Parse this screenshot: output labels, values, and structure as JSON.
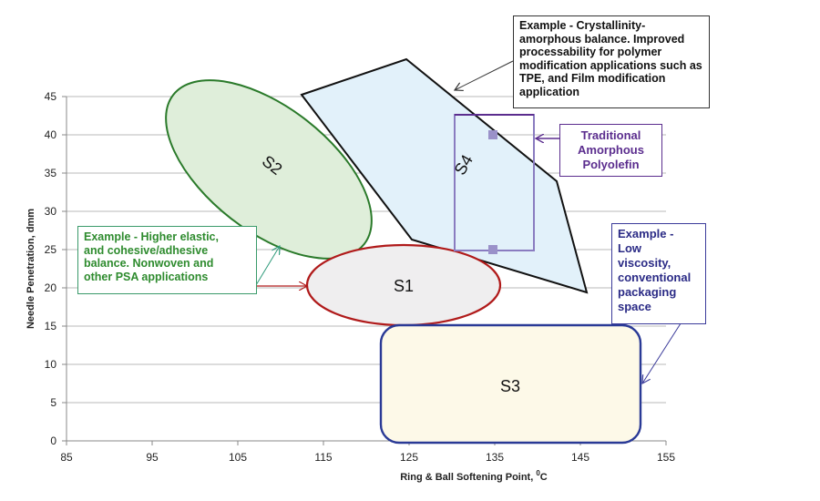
{
  "chart_data": {
    "type": "scatter",
    "title": "",
    "xlabel": "Ring & Ball Softening Point, ⁰C",
    "ylabel": "Needle Penetration, dmm",
    "xlim": [
      85,
      155
    ],
    "ylim": [
      0,
      45
    ],
    "x_ticks": [
      "85",
      "95",
      "105",
      "115",
      "125",
      "135",
      "145",
      "155"
    ],
    "y_ticks": [
      "0",
      "5",
      "10",
      "15",
      "20",
      "25",
      "30",
      "35",
      "40",
      "45"
    ],
    "grid": "horizontal",
    "regions": [
      {
        "name": "S1",
        "shape": "ellipse",
        "center": [
          124,
          20.5
        ],
        "x_range": [
          113.5,
          136.0
        ],
        "y_range": [
          15.3,
          25.8
        ],
        "fill": "#efeeef",
        "stroke": "#b01a1a"
      },
      {
        "name": "S2",
        "shape": "rotated-ellipse",
        "center": [
          109,
          35.5
        ],
        "x_range": [
          97.5,
          121.5
        ],
        "y_range": [
          24.5,
          46.3
        ],
        "fill": "#dfeeda",
        "stroke": "#2a7a2a"
      },
      {
        "name": "S3",
        "shape": "rounded-rectangle",
        "x_range": [
          122.5,
          152.5
        ],
        "y_range": [
          0,
          15
        ],
        "fill": "#fdf9e8",
        "stroke": "#2a3a96"
      },
      {
        "name": "S4",
        "shape": "polygon",
        "vertices": [
          [
            112.5,
            45.0
          ],
          [
            125.0,
            49.6
          ],
          [
            142.5,
            33.7
          ],
          [
            146.0,
            19.4
          ],
          [
            125.5,
            26.2
          ]
        ],
        "fill": "#e2f1fa",
        "stroke": "#111111"
      }
    ],
    "series": [
      {
        "name": "Traditional Amorphous Polyolefin",
        "shape": "rectangle",
        "x_range": [
          130.0,
          139.0
        ],
        "y_range": [
          24.7,
          42.5
        ],
        "stroke": "#8a7cc0",
        "points": [
          {
            "x": 135,
            "y": 40
          },
          {
            "x": 135,
            "y": 25
          }
        ]
      }
    ],
    "annotations": [
      {
        "text": "Example - Crystallinity-amorphous balance. Improved processability for polymer modification applications such as TPE, and Film modification application",
        "target": "S4"
      },
      {
        "text": "Traditional Amorphous Polyolefin",
        "target": "S4 rectangle"
      },
      {
        "text": "Example - Higher elastic, and cohesive/adhesive balance. Nonwoven and other PSA applications",
        "target": [
          "S2",
          "S1"
        ]
      },
      {
        "text": "Example - Low viscosity, conventional packaging space",
        "target": "S3"
      }
    ]
  },
  "axes": {
    "xlabel_main": "Ring & Ball Softening Point, ",
    "xlabel_sup": "0",
    "xlabel_unit": "C",
    "ylabel": "Needle Penetration, dmm",
    "x_ticks": [
      "85",
      "95",
      "105",
      "115",
      "125",
      "135",
      "145",
      "155"
    ],
    "y_ticks": [
      "0",
      "5",
      "10",
      "15",
      "20",
      "25",
      "30",
      "35",
      "40",
      "45"
    ]
  },
  "regions": {
    "s1": "S1",
    "s2": "S2",
    "s3": "S3",
    "s4": "S4"
  },
  "notes": {
    "crystallinity": [
      "Example - Crystallinity-",
      "amorphous balance. Improved",
      "processability for polymer",
      "modification applications such as",
      "TPE, and Film modification",
      "application"
    ],
    "apo": [
      "Traditional",
      "Amorphous",
      "Polyolefin"
    ],
    "elastic": [
      "Example - Higher elastic,",
      "and cohesive/adhesive",
      "balance. Nonwoven and",
      "other PSA applications"
    ],
    "packaging": [
      "Example -",
      "Low",
      "viscosity,",
      "conventional",
      "packaging",
      "space"
    ]
  },
  "colors": {
    "s1_stroke": "#b01a1a",
    "s2_stroke": "#2a7a2a",
    "s3_stroke": "#2a3a96",
    "s4_stroke": "#111111",
    "apo_stroke": "#8a7cc0",
    "grid": "#b8b8b8"
  }
}
